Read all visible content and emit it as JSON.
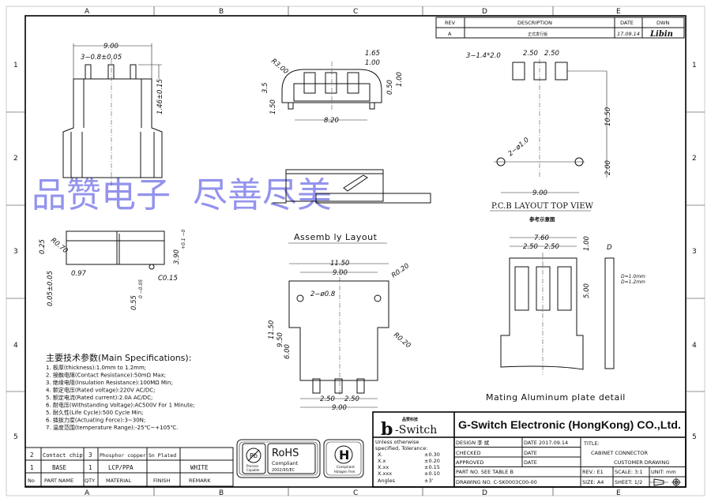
{
  "grid": {
    "columns": [
      "A",
      "B",
      "C",
      "D",
      "E"
    ],
    "rows": [
      "1",
      "2",
      "3",
      "4",
      "5"
    ]
  },
  "revision_table": {
    "headers": [
      "REV",
      "DESCRIPTION",
      "DATE",
      "DWN"
    ],
    "rows": [
      [
        "A",
        "正式发行版",
        "17.09.14",
        "Libin"
      ]
    ]
  },
  "watermark": "品赞电子  尽善尽美",
  "front_view": {
    "width": "9.00",
    "pins": "3−0.8±0.05",
    "pin_height": "1.46±0.15"
  },
  "end_view": {
    "radius": "R3.00",
    "h1": "3.5",
    "h2": "1.50",
    "w": "8.20",
    "d1": "1.65",
    "d2": "1.00",
    "d3": "0.50",
    "d4": "1.00"
  },
  "assembly": {
    "label": "Assemb ly Layout"
  },
  "side_view": {
    "d1": "0.25",
    "r": "R0.70",
    "d2": "0.97",
    "d3": "0.05±0.05",
    "d4": "0.55",
    "d4_tol": "0 −0.05",
    "chamfer": "C0.15",
    "height": "3.90",
    "height_tol": "+0.1 −0"
  },
  "bottom_view": {
    "w1": "11.50",
    "w2": "9.00",
    "holes": "2−ø0.8",
    "r1": "R0.20",
    "r2": "R0.20",
    "h1": "11.50",
    "h2": "9.50",
    "h3": "6.00",
    "p1": "2.50",
    "p2": "2.50",
    "w3": "9.00"
  },
  "pcb_layout": {
    "pads": "3−1.4*2.0",
    "p1": "2.50",
    "p2": "2.50",
    "holes": "2−ø1.0",
    "h1": "10.50",
    "h2": "2.00",
    "w": "9.00",
    "title": "P.C.B LAYOUT TOP VIEW",
    "subtitle": "参考示意图"
  },
  "mating_plate": {
    "w": "7.60",
    "p1": "2.50",
    "p2": "2.50",
    "d1": "1.00",
    "d2": "5.00",
    "thk": "D",
    "note1": "D=1.0mm",
    "note2": "D=1.2mm",
    "title": "Mating Aluminum plate detail"
  },
  "specifications": {
    "heading": "主要技术参数(Main Specifications):",
    "items": [
      "1. 板厚(thickness):1.0mm to 1.2mm;",
      "2. 接触电阻(Contact Resistance):50mΩ Max;",
      "3. 绝缘电阻(Insulation Resistance):100MΩ Min;",
      "4. 额定电压(Rated voltage):220V AC/DC;",
      "5. 额定电流(Rated current):2.0A AC/DC;",
      "6. 耐电压(Withstanding Voltage):AC500V For 1 Minute;",
      "5. 耐久性(Life Cycle):500 Cycle Min;",
      "6. 插拔力度(Actuating Force):3~30N;",
      "7. 温度范围(temperature Range):-25℃~+105℃."
    ]
  },
  "parts_table": {
    "rows": [
      [
        "2",
        "Contact chip",
        "3",
        "Phosphor copper",
        "Sn Plated",
        ""
      ],
      [
        "1",
        "BASE",
        "1",
        "LCP/PPA",
        "",
        "WHITE"
      ],
      [
        "No",
        "PART NAME",
        "QTY",
        "MATERIAL",
        "FINISH",
        "REMARK"
      ]
    ]
  },
  "compliance": {
    "pb1": "Process",
    "pb2": "Capable",
    "rohs": "RoHS",
    "rohs_sub": "Compliant",
    "rohs_std": "2002/95/EC",
    "hf1": "Compliant",
    "hf2": "Halogen Free",
    "hf_inner": "HALOGEN"
  },
  "title_block": {
    "logo_cn": "品赞科技",
    "logo": "-Switch",
    "company": "G-Switch Electronic (HongKong) CO.,Ltd.",
    "tolerance": {
      "heading1": "Unless otherwise",
      "heading2": "specified, Tolerance:",
      "rows": [
        [
          "X.",
          "±0.30"
        ],
        [
          "X.x",
          "±0.20"
        ],
        [
          "X.xx",
          "±0.15"
        ],
        [
          "X.xxx",
          "±0.10"
        ],
        [
          "Angles",
          "±3'"
        ]
      ]
    },
    "design": "DESIGN  李 斌",
    "date1": "DATE  2017.09.14",
    "checked": "CHECKED",
    "date2": "DATE",
    "approved": "APPROVED",
    "date3": "DATE",
    "title_label": "TITLE:",
    "title1": "CABINET CONNECTOR",
    "title2": "CUSTOMER DRAWING",
    "part_no": "PART NO. SEE TABLE B",
    "rev": "REV.:  E1",
    "scale": "SCALE:  3:1",
    "unit": "UNIT:   mm",
    "drawing_no": "DRAWING NO. C-SK0003C00-00",
    "size": "SIZE:  A4",
    "sheet": "SHEET:  1/2"
  }
}
